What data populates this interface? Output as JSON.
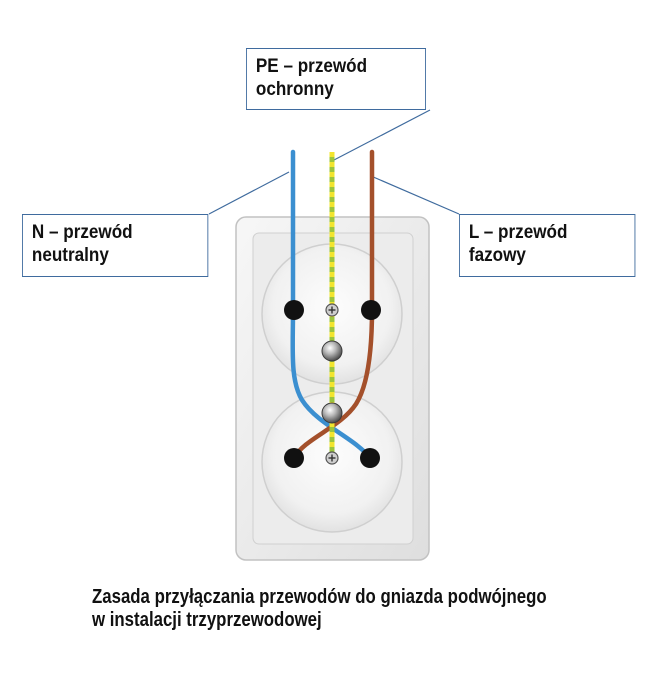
{
  "labels": {
    "pe": {
      "line1": "PE – przewód",
      "line2": "ochronny"
    },
    "n": {
      "line1": "N – przewód",
      "line2": "neutralny"
    },
    "l": {
      "line1": "L – przewód",
      "line2": "fazowy"
    }
  },
  "caption": {
    "line1": "Zasada przyłączania przewodów do gniazda podwójnego",
    "line2": "w instalacji trzyprzewodowej"
  },
  "colors": {
    "neutral_wire": "#3b8fd0",
    "phase_wire": "#a4502b",
    "pe_wire_green": "#9bc53d",
    "pe_wire_yellow": "#f2e52e",
    "leader_line": "#3f6b9e",
    "faceplate": "#e9e9e9",
    "terminal": "#111111"
  },
  "icons": {
    "pe_screw_top": "screw-icon",
    "pe_screw_bottom": "screw-icon",
    "earth_pin_top": "earth-pin-icon",
    "earth_pin_bottom": "earth-pin-icon"
  }
}
